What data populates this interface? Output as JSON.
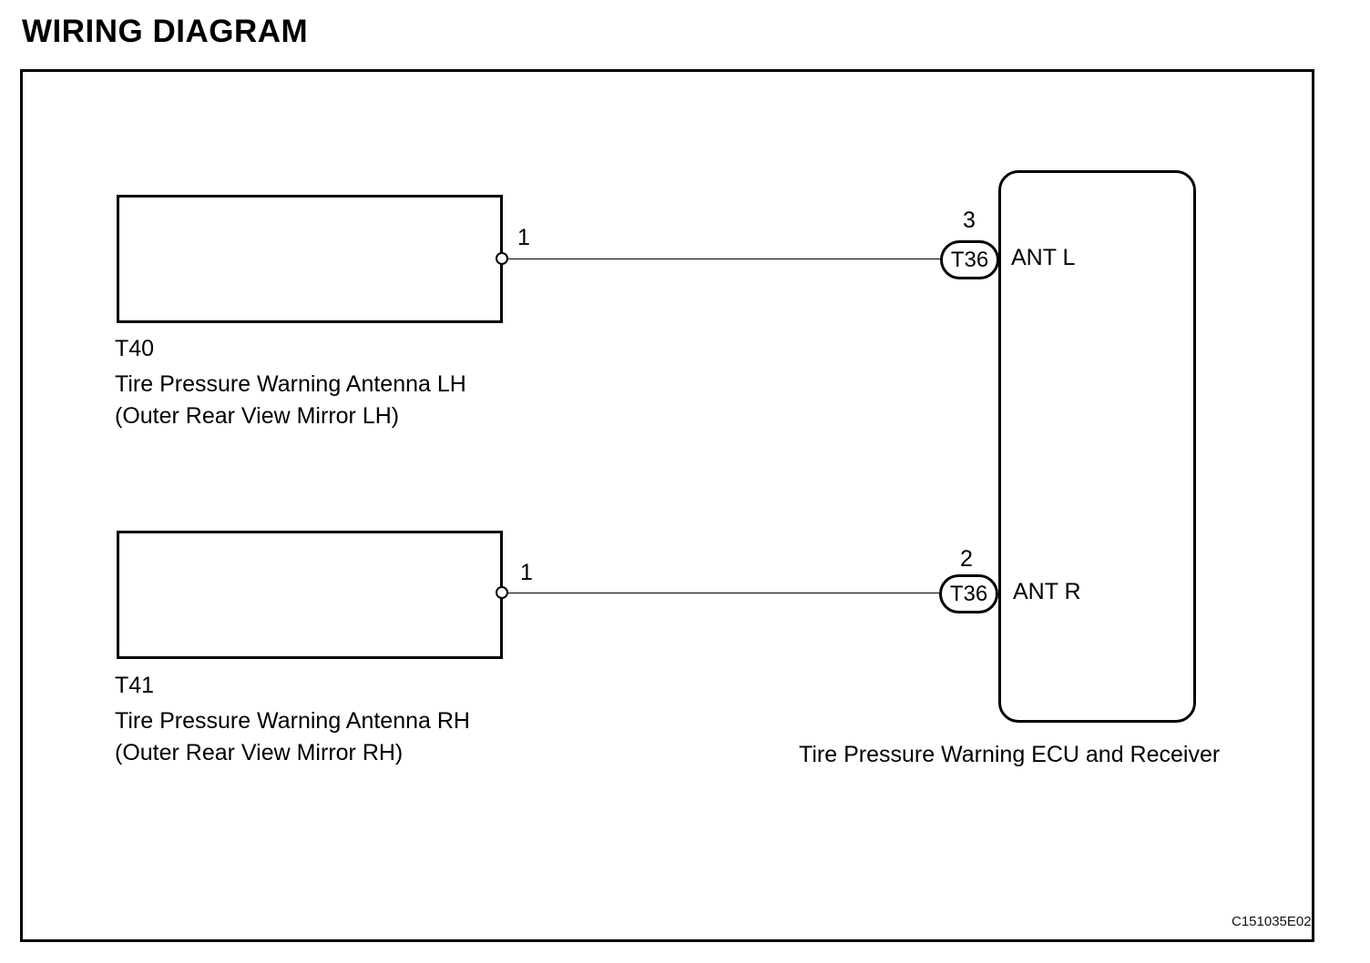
{
  "page": {
    "title": "WIRING DIAGRAM",
    "figure_code": "C151035E02"
  },
  "diagram": {
    "antenna_lh": {
      "id": "T40",
      "name_line1": "Tire Pressure Warning Antenna LH",
      "name_line2": "(Outer Rear View Mirror LH)",
      "pin": "1"
    },
    "antenna_rh": {
      "id": "T41",
      "name_line1": "Tire Pressure Warning Antenna RH",
      "name_line2": "(Outer Rear View Mirror RH)",
      "pin": "1"
    },
    "ecu": {
      "caption": "Tire Pressure Warning ECU and Receiver"
    },
    "connections": {
      "ant_l": {
        "connector": "T36",
        "pin": "3",
        "label": "ANT L"
      },
      "ant_r": {
        "connector": "T36",
        "pin": "2",
        "label": "ANT R"
      }
    }
  }
}
